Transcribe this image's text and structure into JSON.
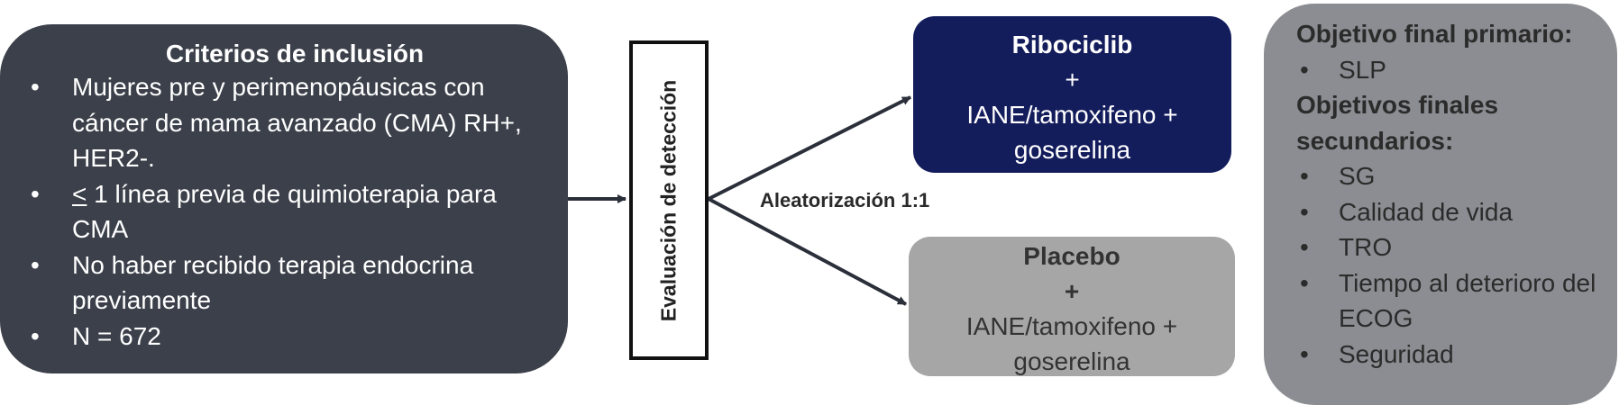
{
  "criteria": {
    "title": "Criterios de inclusión",
    "items": [
      {
        "text": "Mujeres pre y perimenopáusicas con cáncer de mama avanzado (CMA) RH+, HER2-."
      },
      {
        "prefix": "<",
        "text": " 1 línea previa de quimioterapia para CMA"
      },
      {
        "text": "No haber recibido terapia endocrina previamente"
      },
      {
        "text": "N = 672"
      }
    ]
  },
  "screening": {
    "label": "Evaluación de detección"
  },
  "randomization": {
    "label": "Aleatorización 1:1"
  },
  "arms": {
    "ribociclib": {
      "drug": "Ribociclib",
      "plus": "+",
      "line2": "IANE/tamoxifeno +",
      "line3": "goserelina"
    },
    "placebo": {
      "drug": "Placebo",
      "plus": "+",
      "line2": "IANE/tamoxifeno +",
      "line3": "goserelina"
    }
  },
  "objectives": {
    "primary_heading": "Objetivo final primario:",
    "primary_items": [
      "SLP"
    ],
    "secondary_heading_line1": "Objetivos finales",
    "secondary_heading_line2": "secundarios:",
    "secondary_items": [
      "SG",
      "Calidad de vida",
      "TRO",
      "Tiempo al deterioro del ECOG",
      "Seguridad"
    ]
  },
  "colors": {
    "criteria_bg": "#3b404a",
    "ribociclib_bg": "#141d5c",
    "placebo_bg": "#a6a6a6",
    "objectives_bg": "#8c8d92",
    "arrow": "#2b2f3a"
  }
}
